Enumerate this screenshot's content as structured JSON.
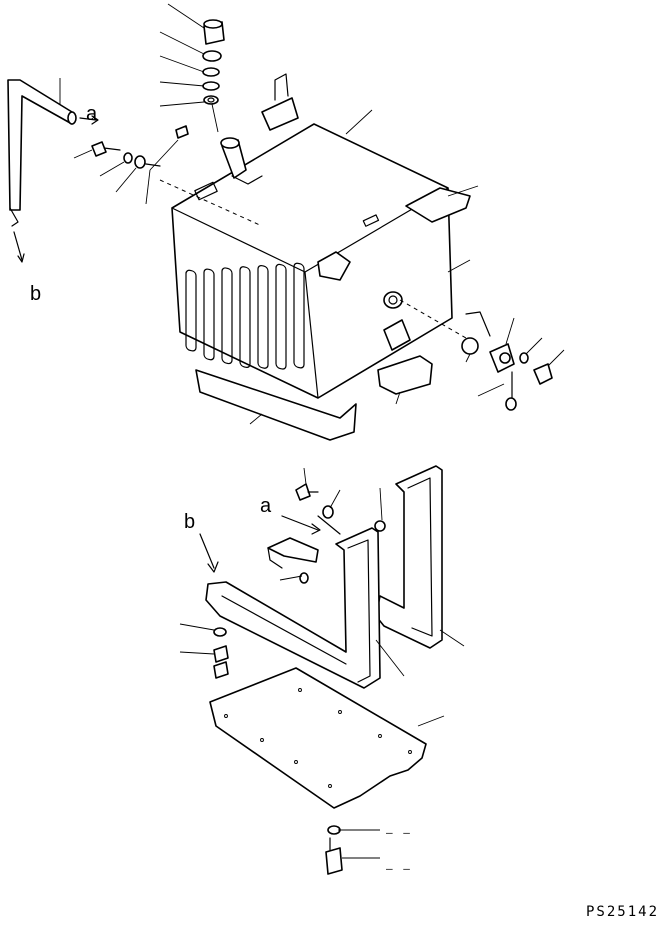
{
  "labels": {
    "a_top": "a",
    "b_top": "b",
    "a_bottom": "a",
    "b_bottom": "b"
  },
  "callout_marks": {
    "mark_1": "– –",
    "mark_2": "– –"
  },
  "drawing_code": "PS25142"
}
